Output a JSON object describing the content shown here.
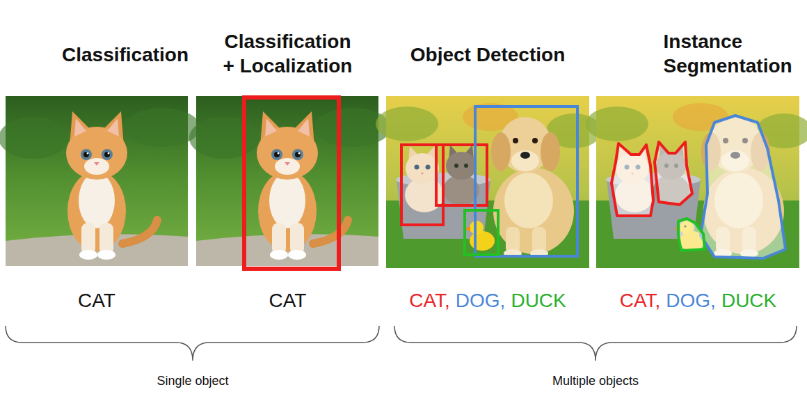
{
  "diagram": {
    "nodes": [
      {
        "text": [
          "Classification",
          "CAT"
        ]
      },
      {
        "text": [
          "Classification + Localization",
          "CAT"
        ]
      },
      {
        "text": [
          "Object Detection",
          "CAT,",
          "DOG,",
          "DUCK"
        ]
      },
      {
        "text": [
          "Instance Segmentation",
          "CAT,",
          "DOG,",
          "DUCK"
        ]
      }
    ],
    "labels": [
      "Single object",
      "Multiple objects"
    ]
  }
}
